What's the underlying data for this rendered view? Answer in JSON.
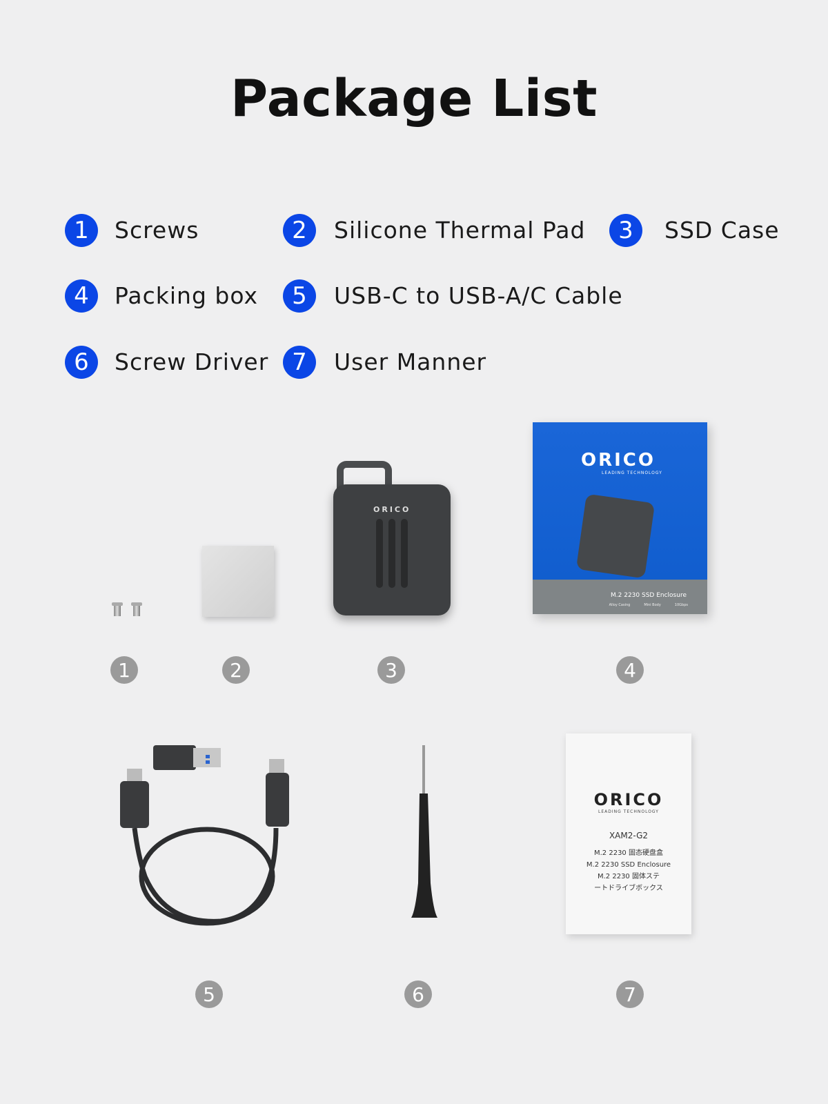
{
  "title": "Package List",
  "items": [
    {
      "number": "1",
      "label": "Screws"
    },
    {
      "number": "2",
      "label": "Silicone Thermal Pad"
    },
    {
      "number": "3",
      "label": "SSD Case"
    },
    {
      "number": "4",
      "label": "Packing box"
    },
    {
      "number": "5",
      "label": "USB-C to USB-A/C Cable"
    },
    {
      "number": "6",
      "label": "Screw Driver"
    },
    {
      "number": "7",
      "label": "User Manner"
    }
  ],
  "colors": {
    "accent": "#0b46e6",
    "marker": "#9a9a9a",
    "box_blue": "#1a66d8"
  },
  "case_logo": "ORICO",
  "box": {
    "brand": "ORICO",
    "tagline": "LEADING TECHNOLOGY",
    "product": "M.2 2230 SSD Enclosure",
    "features": [
      "Alloy Casing",
      "Mini Body",
      "10Gbps"
    ]
  },
  "manual": {
    "brand": "ORICO",
    "tagline": "LEADING TECHNOLOGY",
    "model": "XAM2-G2",
    "lines": [
      "M.2 2230 固态硬盘盒",
      "M.2 2230 SSD Enclosure",
      "M.2 2230 固体ステ",
      "ートドライブボックス"
    ]
  }
}
